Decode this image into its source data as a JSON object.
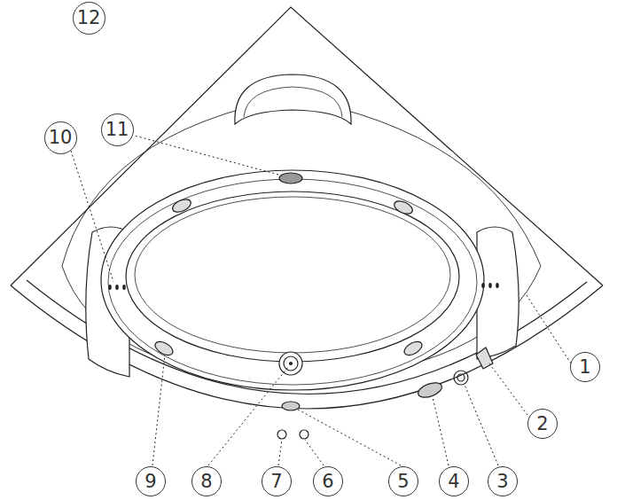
{
  "diagram": {
    "labels": [
      "12",
      "11",
      "10",
      "1",
      "2",
      "9",
      "8",
      "7",
      "6",
      "5",
      "4",
      "3"
    ]
  }
}
